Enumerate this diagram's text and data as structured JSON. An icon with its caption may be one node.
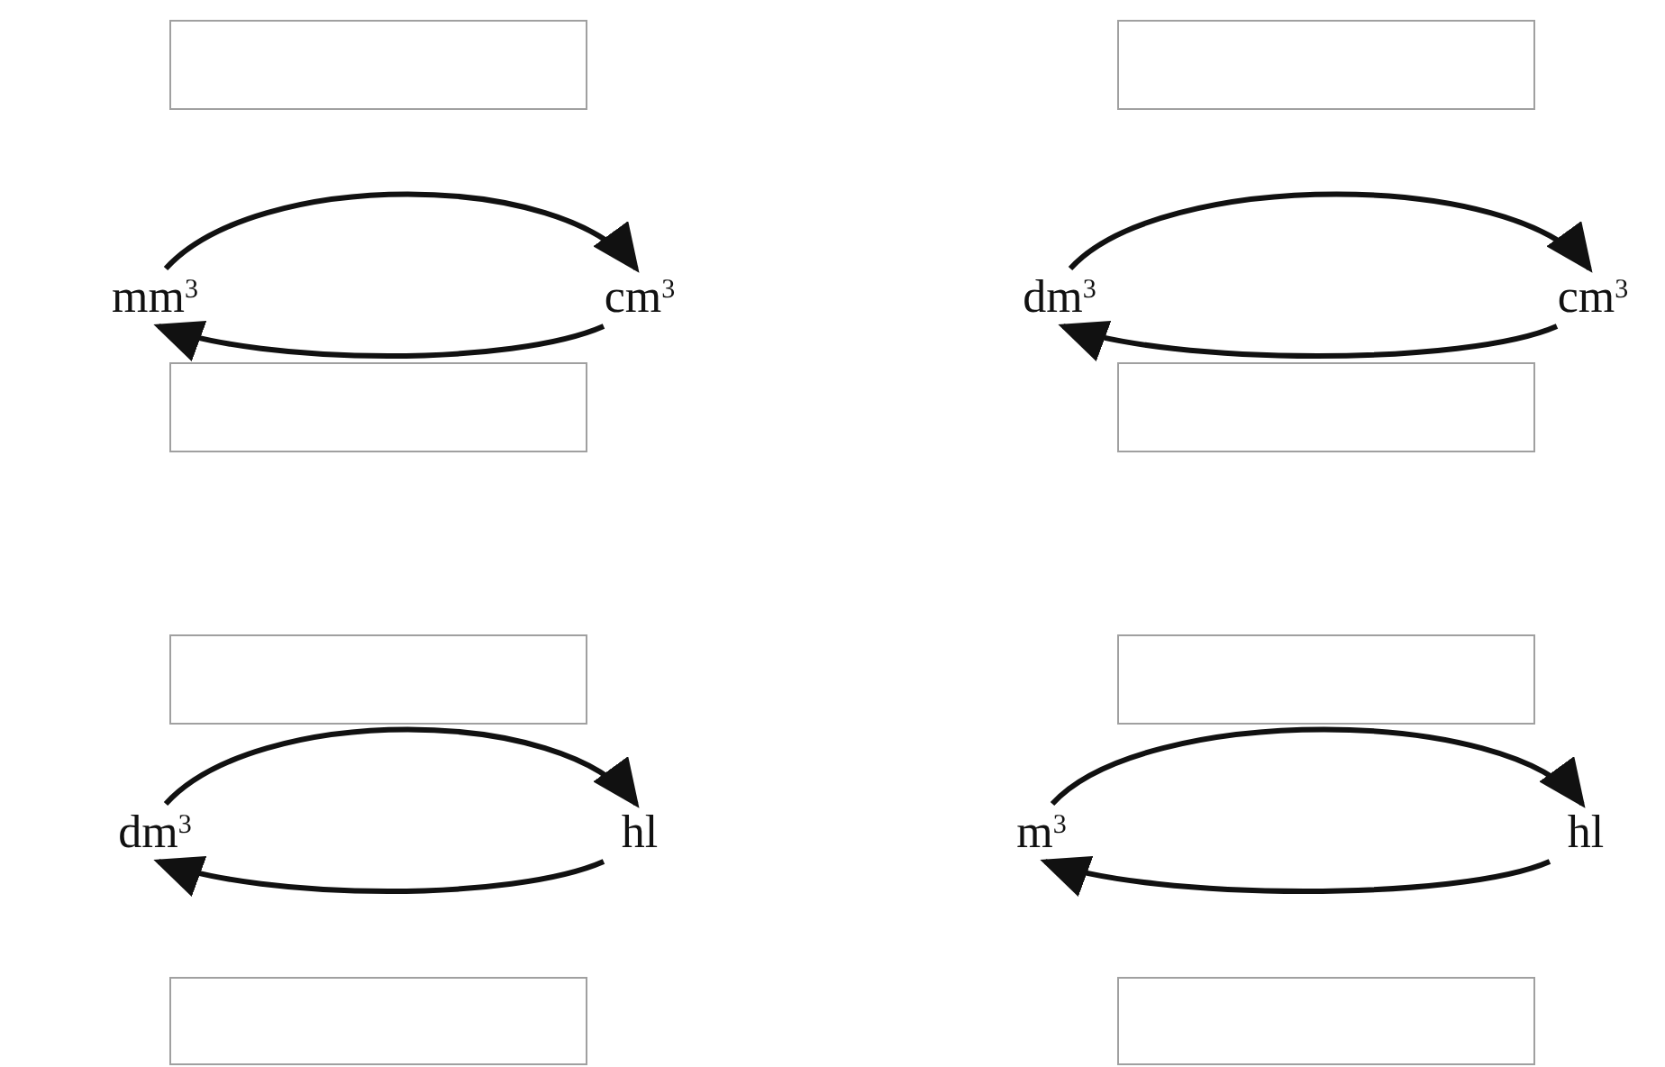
{
  "diagram": {
    "nodes": [
      {
        "text": [],
        "shape": "box"
      },
      {
        "text": [],
        "shape": "box"
      },
      {
        "text": [
          "mm$^{3}$"
        ]
      },
      {
        "text": [
          "cm$^{3}$"
        ]
      },
      {
        "text": [
          "dm$^{3}$"
        ]
      },
      {
        "text": [
          "cm$^{3}$"
        ]
      },
      {
        "text": [],
        "shape": "box"
      },
      {
        "text": [],
        "shape": "box"
      },
      {
        "text": [],
        "shape": "box"
      },
      {
        "text": [],
        "shape": "box"
      },
      {
        "text": [
          "dm$^{3}$"
        ]
      },
      {
        "text": [
          "hl"
        ]
      },
      {
        "text": [
          "m$^{3}$"
        ]
      },
      {
        "text": [
          "hl"
        ]
      },
      {
        "text": [],
        "shape": "box"
      },
      {
        "text": [],
        "shape": "box"
      }
    ],
    "edges": [
      {
        "from": 2,
        "to": 3,
        "arrow": "to"
      },
      {
        "from": 3,
        "to": 2,
        "arrow": "to"
      },
      {
        "from": 4,
        "to": 5,
        "arrow": "to"
      },
      {
        "from": 5,
        "to": 4,
        "arrow": "to"
      },
      {
        "from": 10,
        "to": 11,
        "arrow": "to"
      },
      {
        "from": 11,
        "to": 10,
        "arrow": "to"
      },
      {
        "from": 12,
        "to": 13,
        "arrow": "to"
      },
      {
        "from": 13,
        "to": 12,
        "arrow": "to"
      }
    ]
  }
}
